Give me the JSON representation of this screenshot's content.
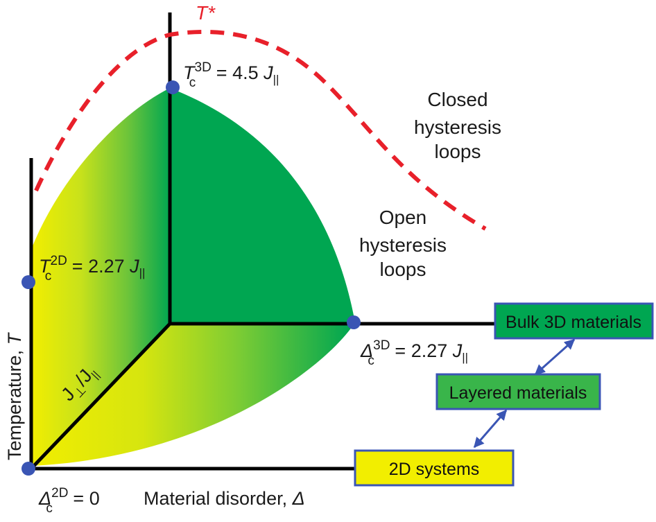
{
  "labels": {
    "t_star": "T*",
    "tc3d": {
      "sym": "T",
      "sub": "c",
      "sup": "3D",
      "rest": " = 4.5 ",
      "j": "J",
      "jsub": "||"
    },
    "tc2d": {
      "sym": "T",
      "sub": "c",
      "sup": "2D",
      "rest": " = 2.27 ",
      "j": "J",
      "jsub": "||"
    },
    "dc3d": {
      "sym": "Δ",
      "sub": "c",
      "sup": "3D",
      "rest": " = 2.27 ",
      "j": "J",
      "jsub": "||"
    },
    "dc2d": {
      "sym": "Δ",
      "sub": "c",
      "sup": "2D",
      "rest": " = 0"
    },
    "x_axis": "Material disorder, ",
    "x_axis_sym": "Δ",
    "y_axis": "Temperature, ",
    "y_axis_sym": "T",
    "diag_axis": {
      "j1": "J",
      "s1": "⊥",
      "slash": "/",
      "j2": "J",
      "s2": "||"
    },
    "closed": [
      "Closed",
      "hysteresis",
      "loops"
    ],
    "open": [
      "Open",
      "hysteresis",
      "loops"
    ]
  },
  "boxes": {
    "bulk": "Bulk 3D materials",
    "layered": "Layered materials",
    "twod": "2D systems"
  },
  "colors": {
    "dark_green": "#00a651",
    "yellow": "#f2ee00",
    "red_dash": "#e8202a",
    "dot_blue": "#3a55b4",
    "arrow_blue": "#3a55b4"
  }
}
